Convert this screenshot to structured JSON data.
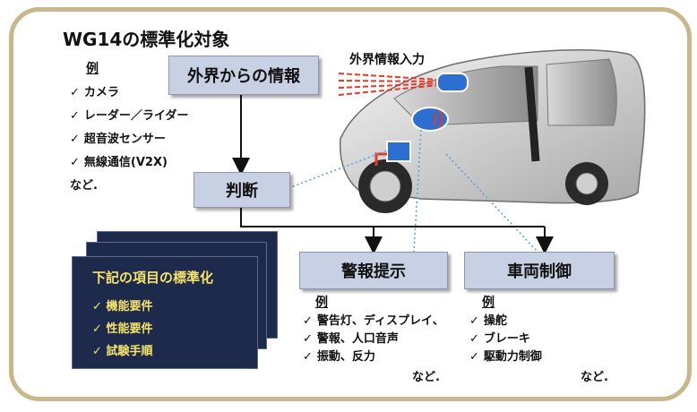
{
  "title": "WG14の標準化対象",
  "boxes": {
    "external_info": "外界からの情報",
    "judgment": "判断",
    "warning": "警報提示",
    "vehicle_control": "車両制御"
  },
  "car_label": "外界情報入力",
  "input_examples": {
    "heading": "例",
    "items": [
      "カメラ",
      "レーダー／ライダー",
      "超音波センサー",
      "無線通信(V2X)"
    ],
    "etc": "など."
  },
  "standardization": {
    "heading": "下記の項目の標準化",
    "items": [
      "機能要件",
      "性能要件",
      "試験手順"
    ]
  },
  "warning_examples": {
    "heading": "例",
    "items": [
      "警告灯、ディスプレイ、",
      "警報、人口音声",
      "振動、反力"
    ],
    "etc": "など."
  },
  "control_examples": {
    "heading": "例",
    "items": [
      "操舵",
      "ブレーキ",
      "駆動力制御"
    ],
    "etc": "など."
  },
  "check_mark": "✓",
  "colors": {
    "frame": "#c8b78a",
    "box_fill": "#c8d0e4",
    "stack_fill": "#1d2a4c",
    "stack_text": "#f6e36a",
    "radar_red": "#e43a2a",
    "dotted_blue": "#4aa3df"
  }
}
